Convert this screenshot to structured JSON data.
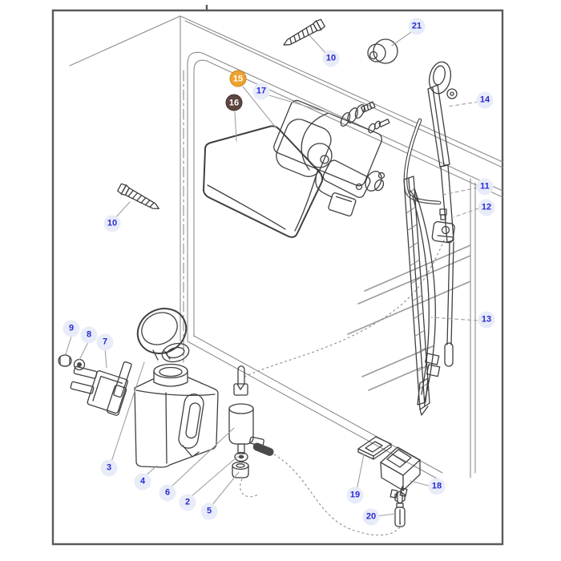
{
  "colors": {
    "callout_blue": "#2a2ad0",
    "callout_halo": "#e8ecf8",
    "highlight_orange": "#efa230",
    "highlight_brown": "#5d4640",
    "line_dark": "#3f3f3f",
    "line_structure": "#8c8c8c",
    "leader": "#a0a0a0",
    "frame": "#5a5a5a",
    "fill_dark": "#4a4a4a"
  },
  "callouts": {
    "screw_top": {
      "number": "10"
    },
    "grommet_knob": {
      "number": "21"
    },
    "motor": {
      "number": "17"
    },
    "cover_highlight_a": {
      "number": "15"
    },
    "cover_highlight_b": {
      "number": "16"
    },
    "wiper_arm": {
      "number": "14"
    },
    "hose": {
      "number": "11"
    },
    "jet": {
      "number": "12"
    },
    "wiper_blade": {
      "number": "13"
    },
    "screw_left": {
      "number": "10"
    },
    "nut": {
      "number": "9"
    },
    "washer": {
      "number": "8"
    },
    "bracket": {
      "number": "7"
    },
    "cap": {
      "number": "3"
    },
    "tank": {
      "number": "4"
    },
    "pump": {
      "number": "6"
    },
    "seal": {
      "number": "2"
    },
    "grommet": {
      "number": "5"
    },
    "plate": {
      "number": "19"
    },
    "switch": {
      "number": "18"
    },
    "connector": {
      "number": "20"
    }
  }
}
